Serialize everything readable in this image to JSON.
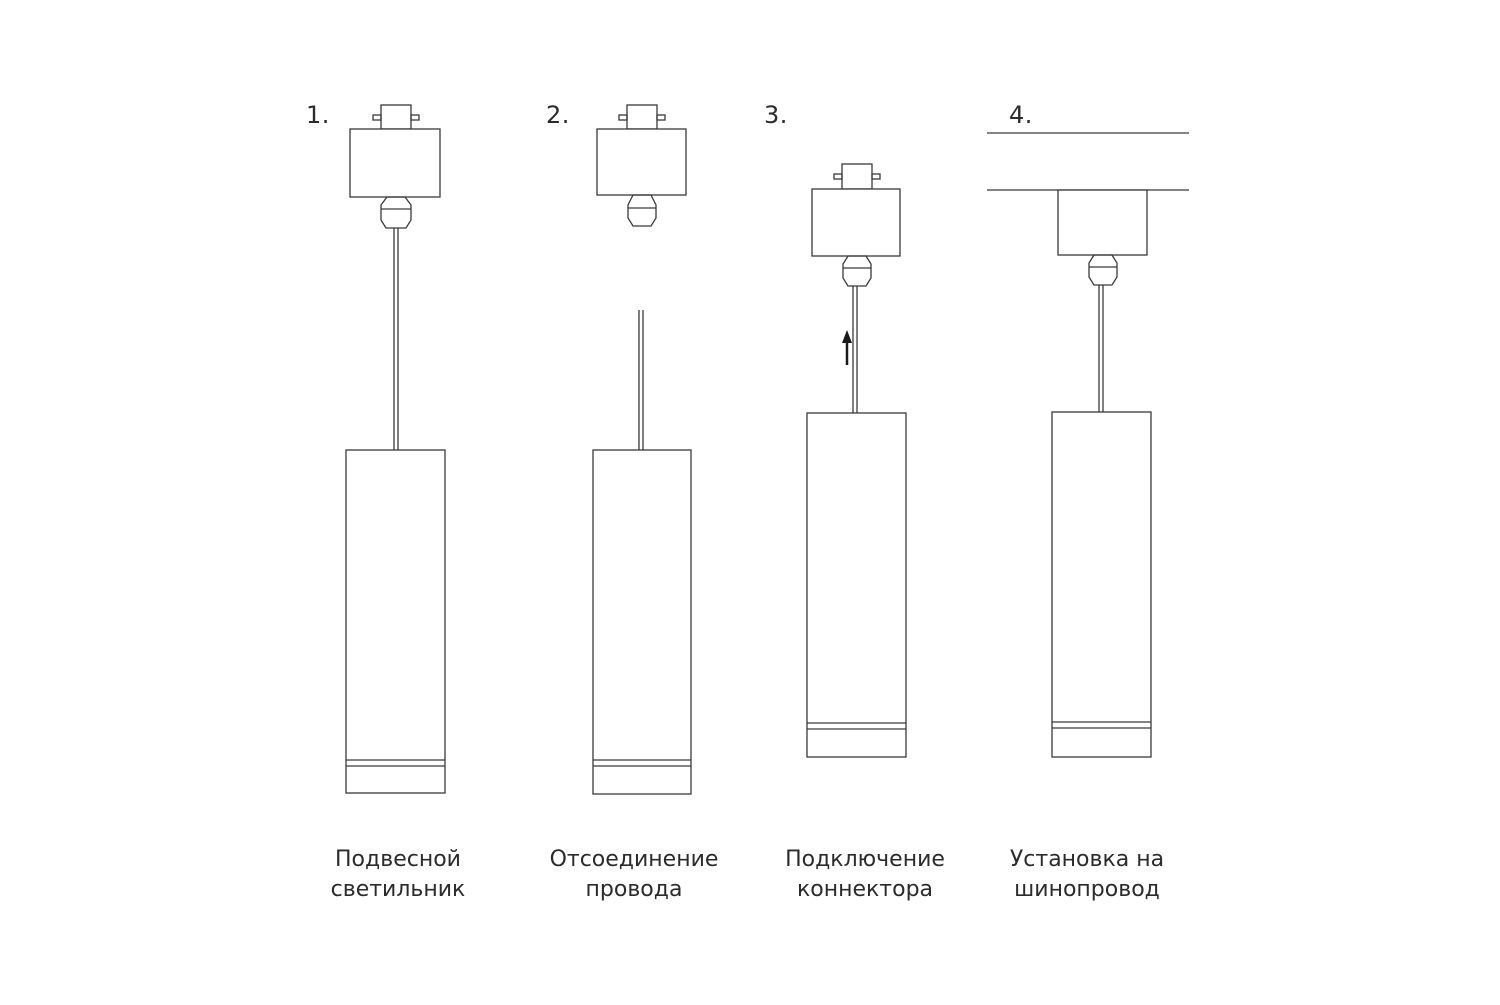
{
  "colors": {
    "line": "#3a3a3a",
    "text": "#2b2b2b",
    "background": "#ffffff"
  },
  "steps": [
    {
      "number": "1.",
      "caption_line1": "Подвесной",
      "caption_line2": "светильник"
    },
    {
      "number": "2.",
      "caption_line1": "Отсоединение",
      "caption_line2": "провода"
    },
    {
      "number": "3.",
      "caption_line1": "Подключение",
      "caption_line2": "коннектора"
    },
    {
      "number": "4.",
      "caption_line1": "Установка на",
      "caption_line2": "шинопровод"
    }
  ],
  "icons": {
    "step3_arrow": "arrow-up-icon"
  }
}
